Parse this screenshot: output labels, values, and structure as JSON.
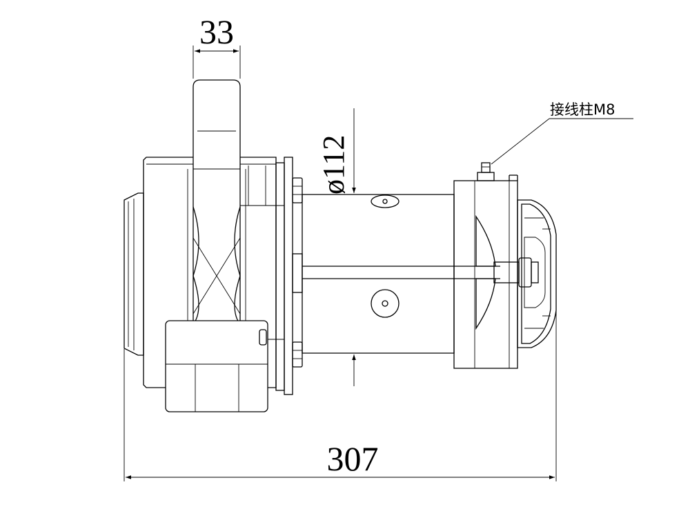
{
  "dimensions": {
    "width_top": "33",
    "diameter": "ø112",
    "overall_length": "307"
  },
  "callouts": {
    "terminal": "接线柱M8"
  }
}
